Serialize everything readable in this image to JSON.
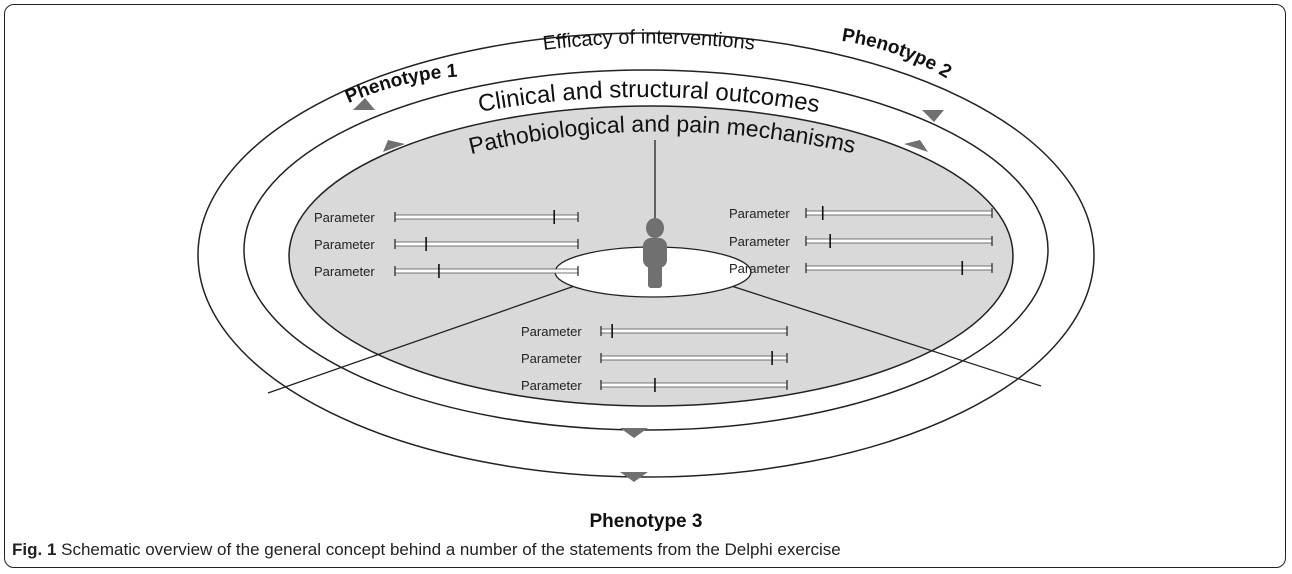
{
  "diagram": {
    "outer_ring_label": "Efficacy of interventions",
    "middle_ring_label": "Clinical and structural outcomes",
    "inner_ring_label": "Pathobiological and pain mechanisms",
    "phenotypes": [
      "Phenotype 1",
      "Phenotype 2",
      "Phenotype 3"
    ],
    "parameter_groups": [
      {
        "group": "left",
        "parameters": [
          {
            "label": "Parameter",
            "marker": 0.87
          },
          {
            "label": "Parameter",
            "marker": 0.17
          },
          {
            "label": "Parameter",
            "marker": 0.24
          }
        ]
      },
      {
        "group": "right",
        "parameters": [
          {
            "label": "Parameter",
            "marker": 0.09
          },
          {
            "label": "Parameter",
            "marker": 0.13
          },
          {
            "label": "Parameter",
            "marker": 0.84
          }
        ]
      },
      {
        "group": "bottom",
        "parameters": [
          {
            "label": "Parameter",
            "marker": 0.06
          },
          {
            "label": "Parameter",
            "marker": 0.92
          },
          {
            "label": "Parameter",
            "marker": 0.29
          }
        ]
      }
    ],
    "colors": {
      "inner_fill": "#d9d9d9",
      "marker": "#707070",
      "line": "#222222"
    }
  },
  "caption": {
    "label": "Fig. 1",
    "text": " Schematic overview of the general concept behind a number of the statements from the Delphi exercise"
  }
}
